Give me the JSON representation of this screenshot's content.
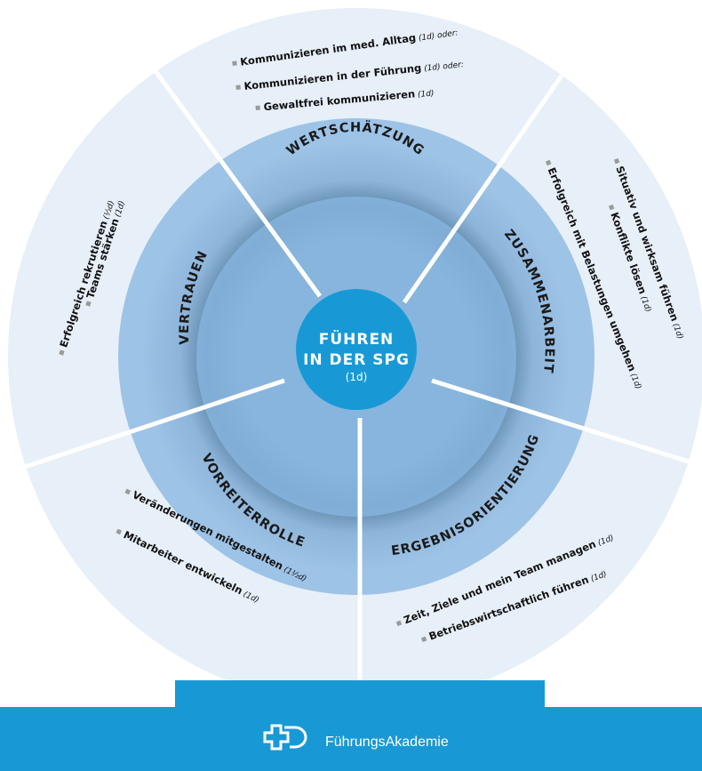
{
  "center": {
    "title_line1": "FÜHREN",
    "title_line2": "IN DER SPG",
    "duration": "(1d)"
  },
  "values": {
    "wertschaetzung": "WERTSCHÄTZUNG",
    "zusammenarbeit": "ZUSAMMENARBEIT",
    "ergebnisorientierung": "ERGEBNISORIENTIERUNG",
    "vorreiterrolle": "VORREITERROLLE",
    "vertrauen": "VERTRAUEN"
  },
  "courses": {
    "top": [
      {
        "label": "Kommunizieren im med. Alltag",
        "suffix": " (1d) oder:"
      },
      {
        "label": "Kommunizieren in der Führung",
        "suffix": " (1d) oder:"
      },
      {
        "label": "Gewaltfrei kommunizieren",
        "suffix": " (1d)"
      }
    ],
    "right": [
      {
        "label": "Situativ und wirksam führen",
        "suffix": " (1d)"
      },
      {
        "label": "Konflikte lösen",
        "suffix": " (1d)"
      },
      {
        "label": "Erfolgreich mit Belastungen umgehen",
        "suffix": " (1d)"
      }
    ],
    "bottom_right": [
      {
        "label": "Zeit, Ziele und mein Team managen",
        "suffix": " (1d)"
      },
      {
        "label": "Betriebswirtschaftlich führen",
        "suffix": " (1d)"
      }
    ],
    "bottom_left": [
      {
        "label": "Veränderungen mitgestalten",
        "suffix": " (1½d)"
      },
      {
        "label": "Mitarbeiter entwickeln",
        "suffix": " (1d)"
      }
    ],
    "left": [
      {
        "label": "Erfolgreich rekrutieren",
        "suffix": " (½d)"
      },
      {
        "label": "Teams stärken",
        "suffix": " (1d)"
      }
    ]
  },
  "brand": {
    "name": "FührungsAkademie",
    "logo_icon": "swiss-cross-p-logo-icon"
  },
  "colors": {
    "outer_ring": "#e7eff8",
    "middle_ring": "#9dc3e6",
    "inner_area": "#7fb2dd",
    "center": "#1899d6",
    "footer": "#1899d6"
  }
}
